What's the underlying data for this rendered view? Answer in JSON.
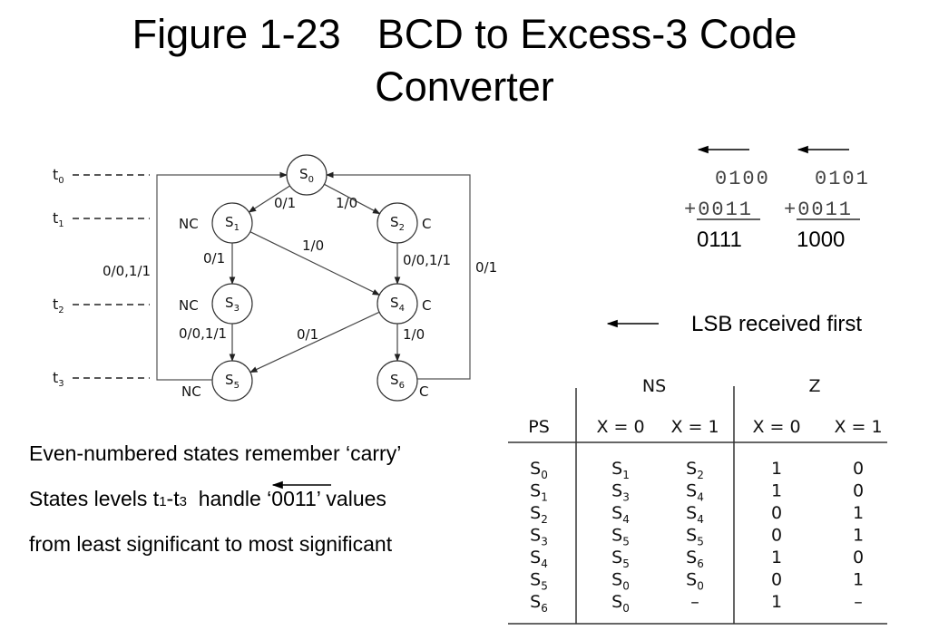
{
  "title": {
    "figure": "Figure 1-23",
    "line1": "BCD to Excess-3 Code",
    "line2": "Converter"
  },
  "diagram": {
    "time_levels": [
      {
        "base": "t",
        "sub": "0"
      },
      {
        "base": "t",
        "sub": "1"
      },
      {
        "base": "t",
        "sub": "2"
      },
      {
        "base": "t",
        "sub": "3"
      }
    ],
    "states": [
      {
        "id": "S0",
        "base": "S",
        "sub": "0",
        "tag": ""
      },
      {
        "id": "S1",
        "base": "S",
        "sub": "1",
        "tag": "NC"
      },
      {
        "id": "S2",
        "base": "S",
        "sub": "2",
        "tag": "C"
      },
      {
        "id": "S3",
        "base": "S",
        "sub": "3",
        "tag": "NC"
      },
      {
        "id": "S4",
        "base": "S",
        "sub": "4",
        "tag": "C"
      },
      {
        "id": "S5",
        "base": "S",
        "sub": "5",
        "tag": "NC"
      },
      {
        "id": "S6",
        "base": "S",
        "sub": "6",
        "tag": "C"
      }
    ],
    "transitions": [
      {
        "from": "S0",
        "to": "S1",
        "label": "0/1"
      },
      {
        "from": "S0",
        "to": "S2",
        "label": "1/0"
      },
      {
        "from": "S1",
        "to": "S3",
        "label": "0/1"
      },
      {
        "from": "S1",
        "to": "S4",
        "label": "1/0"
      },
      {
        "from": "S2",
        "to": "S4",
        "label": "0/0,1/1"
      },
      {
        "from": "S3",
        "to": "S5",
        "label": "0/0,1/1"
      },
      {
        "from": "S4",
        "to": "S5",
        "label": "0/1"
      },
      {
        "from": "S4",
        "to": "S6",
        "label": "1/0"
      },
      {
        "from": "S5",
        "to": "S0",
        "label": "0/0,1/1"
      },
      {
        "from": "S6",
        "to": "S0",
        "label": "0/1"
      }
    ]
  },
  "examples": [
    {
      "operand": "0100",
      "addend": "+0011",
      "result": "0111"
    },
    {
      "operand": "0101",
      "addend": "+0011",
      "result": "1000"
    }
  ],
  "lsb_note": "LSB received first",
  "notes": {
    "line1": "Even-numbered states remember ‘carry’",
    "line2_a": "States levels t",
    "line2_sub1": "1",
    "line2_b": "-t",
    "line2_sub2": "3",
    "line2_c": "  handle ‘",
    "line2_code": "0011",
    "line2_d": "’ values",
    "line3": "from least significant to most significant"
  },
  "state_table": {
    "group_headers": {
      "ns": "NS",
      "z": "Z"
    },
    "columns": [
      "PS",
      "X = 0",
      "X = 1",
      "X = 0",
      "X = 1"
    ],
    "rows": [
      {
        "ps": "0",
        "ns0": "1",
        "ns1": "2",
        "z0": "1",
        "z1": "0"
      },
      {
        "ps": "1",
        "ns0": "3",
        "ns1": "4",
        "z0": "1",
        "z1": "0"
      },
      {
        "ps": "2",
        "ns0": "4",
        "ns1": "4",
        "z0": "0",
        "z1": "1"
      },
      {
        "ps": "3",
        "ns0": "5",
        "ns1": "5",
        "z0": "0",
        "z1": "1"
      },
      {
        "ps": "4",
        "ns0": "5",
        "ns1": "6",
        "z0": "1",
        "z1": "0"
      },
      {
        "ps": "5",
        "ns0": "0",
        "ns1": "0",
        "z0": "0",
        "z1": "1"
      },
      {
        "ps": "6",
        "ns0": "0",
        "ns1": "–",
        "z0": "1",
        "z1": "–"
      }
    ],
    "state_prefix": "S"
  }
}
